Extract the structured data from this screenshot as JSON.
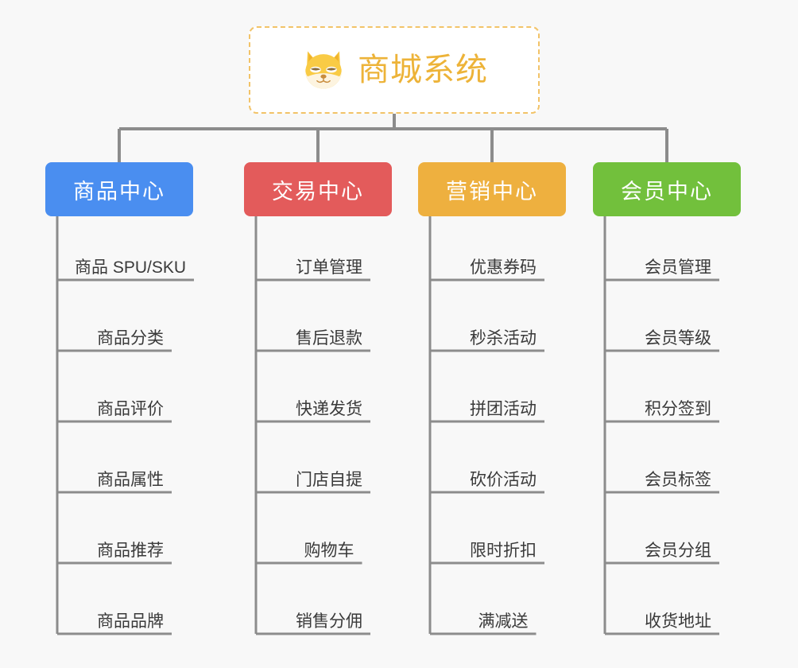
{
  "diagram": {
    "title": "商城系统",
    "root": {
      "label": "商城系统",
      "icon": "shiba-dog-icon",
      "border_color": "#f2c368",
      "text_color": "#edb338",
      "background": "#ffffff"
    },
    "background_color": "#f8f8f8",
    "connector_color": "#8c8c8c",
    "leaf_text_color": "#3a3a3a",
    "columns": [
      {
        "name": "商品中心",
        "color": "#4a8ef0",
        "items": [
          "商品 SPU/SKU",
          "商品分类",
          "商品评价",
          "商品属性",
          "商品推荐",
          "商品品牌"
        ]
      },
      {
        "name": "交易中心",
        "color": "#e35b5b",
        "items": [
          "订单管理",
          "售后退款",
          "快递发货",
          "门店自提",
          "购物车",
          "销售分佣"
        ]
      },
      {
        "name": "营销中心",
        "color": "#eeb03f",
        "items": [
          "优惠券码",
          "秒杀活动",
          "拼团活动",
          "砍价活动",
          "限时折扣",
          "满减送"
        ]
      },
      {
        "name": "会员中心",
        "color": "#72c03c",
        "items": [
          "会员管理",
          "会员等级",
          "积分签到",
          "会员标签",
          "会员分组",
          "收货地址"
        ]
      }
    ]
  }
}
